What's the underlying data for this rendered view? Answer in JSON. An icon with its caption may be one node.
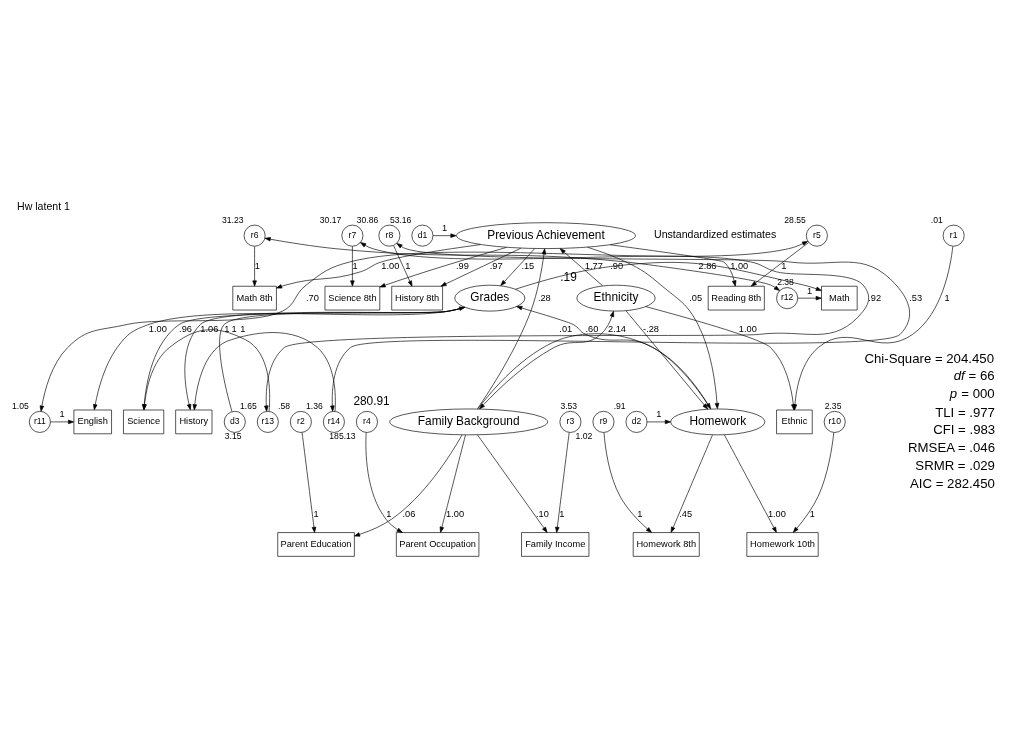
{
  "diagram": {
    "title": "Hw latent 1",
    "nodes": [
      {
        "text": [
          "r5"
        ],
        "beside": [
          "28.55"
        ]
      },
      {
        "text": [
          "r6"
        ],
        "beside": [
          "31.23"
        ]
      },
      {
        "text": [
          "r7"
        ],
        "beside": [
          "30.17"
        ]
      },
      {
        "text": [
          "r8"
        ],
        "beside": [
          "30.86"
        ]
      },
      {
        "text": [
          "Reading 8th"
        ]
      },
      {
        "text": [
          "Math 8th"
        ]
      },
      {
        "text": [
          "Science 8th"
        ]
      },
      {
        "text": [
          "History 8th"
        ]
      },
      {
        "text": [
          "r1"
        ],
        "beside": [
          ".01"
        ]
      },
      {
        "text": [
          "Ethnic"
        ]
      },
      {
        "text": [
          "Previous Achievement"
        ]
      },
      {
        "text": [
          "d1"
        ],
        "beside": [
          "53.16"
        ]
      },
      {
        "text": [
          "r11"
        ],
        "beside": [
          "1.05"
        ]
      },
      {
        "text": [
          "English"
        ]
      },
      {
        "text": [
          "r12"
        ],
        "beside": [
          "2.38"
        ]
      },
      {
        "text": [
          "Math"
        ]
      },
      {
        "text": [
          "Ethnicity"
        ],
        "beside": [
          ".19"
        ]
      },
      {
        "text": [
          "Grades"
        ]
      },
      {
        "text": [
          "r13"
        ],
        "beside": [
          "1.65"
        ]
      },
      {
        "text": [
          "Science"
        ]
      },
      {
        "text": [
          "r14"
        ],
        "beside": [
          "1.36"
        ]
      },
      {
        "text": [
          "History"
        ]
      },
      {
        "text": [
          "d3"
        ],
        "beside": [
          "3.15"
        ]
      },
      {
        "text": [
          "Family Background"
        ],
        "beside": [
          "280.91"
        ]
      },
      {
        "text": [
          "Homework"
        ]
      },
      {
        "text": [
          "d2"
        ],
        "beside": [
          ".91"
        ]
      },
      {
        "text": [
          "Parent Education"
        ]
      },
      {
        "text": [
          "Family Income"
        ]
      },
      {
        "text": [
          "Parent Occupation"
        ]
      },
      {
        "text": [
          "Homework 8th"
        ]
      },
      {
        "text": [
          "Homework 10th"
        ]
      },
      {
        "text": [
          "r2"
        ],
        "beside": [
          ".58"
        ]
      },
      {
        "text": [
          "r3"
        ],
        "beside": [
          "3.53"
        ]
      },
      {
        "text": [
          "r4"
        ],
        "beside": [
          "185.13"
        ]
      },
      {
        "text": [
          "r9"
        ],
        "beside": [
          "1.02"
        ]
      },
      {
        "text": [
          "r10"
        ],
        "beside": [
          "2.35"
        ]
      }
    ],
    "edges": [
      {
        "from": 0,
        "to": 4,
        "arrow": "to",
        "label": "1"
      },
      {
        "from": 1,
        "to": 5,
        "arrow": "to",
        "label": "1"
      },
      {
        "from": 2,
        "to": 6,
        "arrow": "to",
        "label": "1"
      },
      {
        "from": 3,
        "to": 7,
        "arrow": "to",
        "label": "1"
      },
      {
        "from": 10,
        "to": 4,
        "arrow": "to",
        "label": "1.00"
      },
      {
        "from": 10,
        "to": 5,
        "arrow": "to",
        "label": "1.00"
      },
      {
        "from": 10,
        "to": 6,
        "arrow": "to",
        "label": ".99"
      },
      {
        "from": 10,
        "to": 7,
        "arrow": "to",
        "label": ".97"
      },
      {
        "from": 8,
        "to": 9,
        "arrow": "to",
        "label": "1"
      },
      {
        "from": 16,
        "to": 9,
        "arrow": "to",
        "label": "1.00"
      },
      {
        "from": 11,
        "to": 10,
        "arrow": "to",
        "label": "1"
      },
      {
        "from": 16,
        "to": 10,
        "arrow": "to",
        "label": "1.77"
      },
      {
        "from": 23,
        "to": 10,
        "arrow": "to",
        "label": ".28"
      },
      {
        "from": 16,
        "to": 24,
        "arrow": "to",
        "label": "-.28"
      },
      {
        "from": 10,
        "to": 17,
        "arrow": "to",
        "label": ".15"
      },
      {
        "from": 10,
        "to": 24,
        "arrow": "to",
        "label": ".05"
      },
      {
        "from": 24,
        "to": 17,
        "arrow": "to",
        "label": ".60"
      },
      {
        "from": 23,
        "to": 24,
        "arrow": "to",
        "label": ".01"
      },
      {
        "from": 16,
        "to": 23,
        "arrow": "both",
        "label": "2.14"
      },
      {
        "from": 17,
        "to": 13,
        "arrow": "to",
        "label": "1.00"
      },
      {
        "from": 17,
        "to": 15,
        "arrow": "to",
        "label": ".90"
      },
      {
        "from": 17,
        "to": 19,
        "arrow": "to",
        "label": ".96"
      },
      {
        "from": 17,
        "to": 21,
        "arrow": "to",
        "label": "1.06"
      },
      {
        "from": 12,
        "to": 13,
        "arrow": "to",
        "label": "1"
      },
      {
        "from": 14,
        "to": 15,
        "arrow": "to",
        "label": "1"
      },
      {
        "from": 18,
        "to": 19,
        "arrow": "to",
        "label": "1"
      },
      {
        "from": 20,
        "to": 21,
        "arrow": "to",
        "label": "1"
      },
      {
        "from": 22,
        "to": 17,
        "arrow": "to",
        "label": "1"
      },
      {
        "from": 25,
        "to": 24,
        "arrow": "to",
        "label": "1"
      },
      {
        "from": 23,
        "to": 26,
        "arrow": "to",
        "label": ".06"
      },
      {
        "from": 23,
        "to": 27,
        "arrow": "to",
        "label": ".10"
      },
      {
        "from": 23,
        "to": 28,
        "arrow": "to",
        "label": "1.00"
      },
      {
        "from": 31,
        "to": 26,
        "arrow": "to",
        "label": "1"
      },
      {
        "from": 32,
        "to": 27,
        "arrow": "to",
        "label": "1"
      },
      {
        "from": 33,
        "to": 28,
        "arrow": "to",
        "label": "1"
      },
      {
        "from": 24,
        "to": 29,
        "arrow": "to",
        "label": ".45"
      },
      {
        "from": 24,
        "to": 30,
        "arrow": "to",
        "label": "1.00"
      },
      {
        "from": 34,
        "to": 29,
        "arrow": "to",
        "label": "1"
      },
      {
        "from": 35,
        "to": 30,
        "arrow": "to",
        "label": "1"
      },
      {
        "from": 0,
        "to": 12,
        "arrow": "both",
        "label": ".70"
      },
      {
        "from": 1,
        "to": 14,
        "arrow": "both",
        "label": "2.86"
      },
      {
        "from": 2,
        "to": 18,
        "arrow": "both",
        "label": ".92"
      },
      {
        "from": 3,
        "to": 20,
        "arrow": "both",
        "label": ".53"
      }
    ],
    "labels": [
      "Unstandardized estimates",
      "Chi-Square = 204.450",
      "*df* = 66",
      "*p* = 000",
      "TLI = .977",
      "CFI = .983",
      "RMSEA = .046",
      "SRMR = .029",
      "AIC = 282.450"
    ]
  }
}
